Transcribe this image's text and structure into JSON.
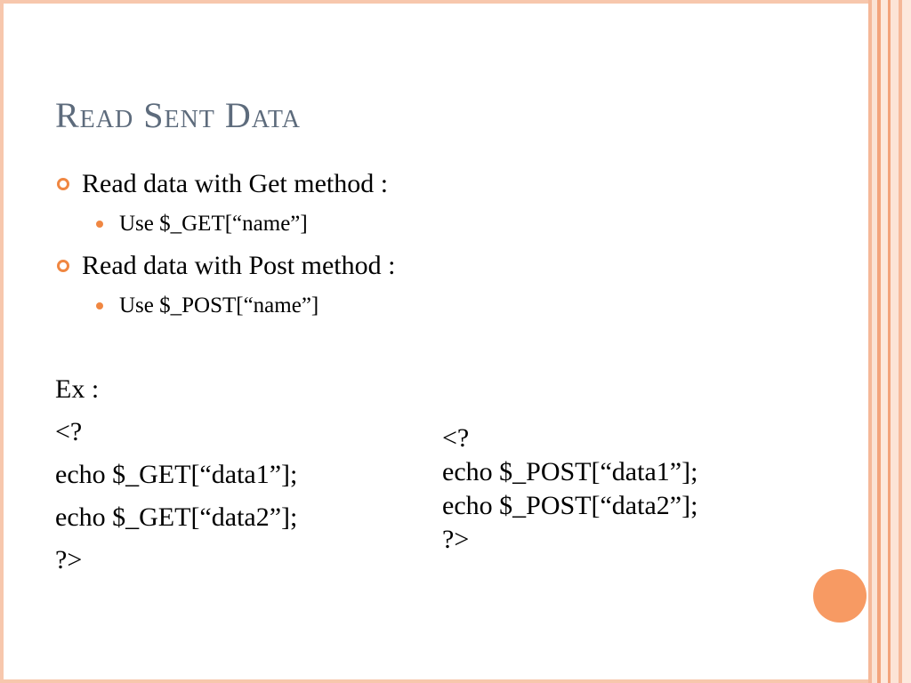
{
  "slide": {
    "title": "Read Sent Data",
    "bullets": [
      {
        "text": "Read data with Get method :",
        "sub": "Use $_GET[“name”]"
      },
      {
        "text": "Read data with Post method :",
        "sub": "Use $_POST[“name”]"
      }
    ],
    "example_left": [
      "Ex :",
      "<?",
      "echo $_GET[“data1”];",
      "echo $_GET[“data2”];",
      "?>"
    ],
    "example_right": [
      "<?",
      "echo $_POST[“data1”];",
      "echo $_POST[“data2”];",
      "?>"
    ]
  },
  "colors": {
    "title": "#5d6b7c",
    "accent": "#f08742",
    "circle": "#f79a63",
    "frame": "#f7c7ad"
  }
}
